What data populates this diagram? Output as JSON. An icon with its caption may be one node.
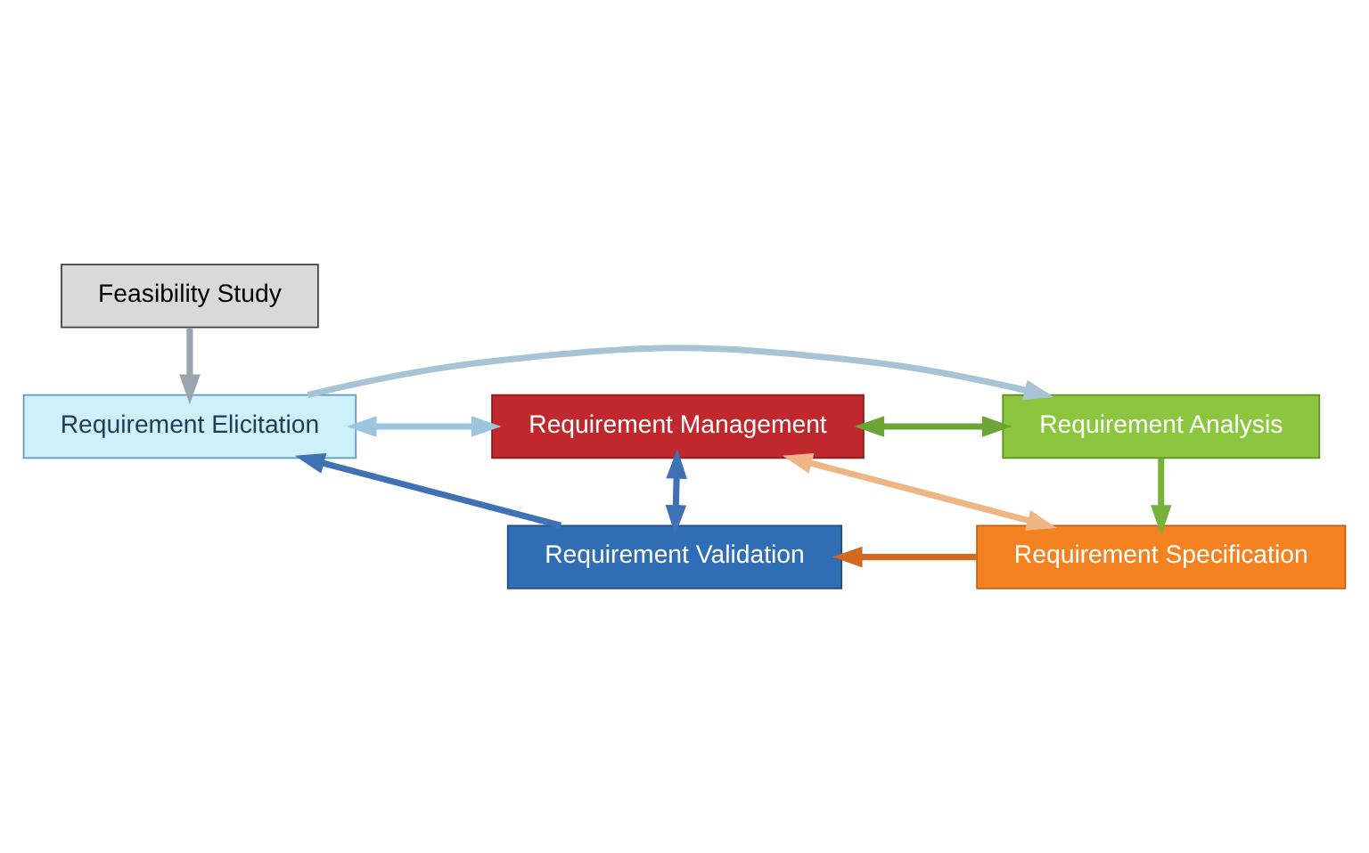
{
  "diagram": {
    "nodes": [
      {
        "text": [
          "Feasibility Study"
        ]
      },
      {
        "text": [
          "Requirement Elicitation"
        ]
      },
      {
        "text": [
          "Requirement Analysis"
        ]
      },
      {
        "text": [
          "Requirement Management"
        ]
      },
      {
        "text": [
          "Requirement Validation"
        ]
      },
      {
        "text": [
          "Requirement Specification"
        ]
      }
    ],
    "edges": [
      {
        "from": 0,
        "to": 1,
        "arrow": "to",
        "color": "#9aa4ad"
      },
      {
        "from": 1,
        "to": 2,
        "arrow": "to",
        "color": "#a9c3d6"
      },
      {
        "from": 2,
        "to": 5,
        "arrow": "to",
        "color": "#77b23a"
      },
      {
        "from": 5,
        "to": 4,
        "arrow": "to",
        "color": "#d2691e"
      },
      {
        "from": 4,
        "to": 1,
        "arrow": "to",
        "color": "#3f72b5"
      },
      {
        "from": 3,
        "to": 1,
        "arrow": "both",
        "color": "#9cc6e0"
      },
      {
        "from": 3,
        "to": 2,
        "arrow": "both",
        "color": "#6aa535"
      },
      {
        "from": 3,
        "to": 5,
        "arrow": "both",
        "color": "#f0b585"
      },
      {
        "from": 3,
        "to": 4,
        "arrow": "both",
        "color": "#3f72b5"
      }
    ]
  }
}
